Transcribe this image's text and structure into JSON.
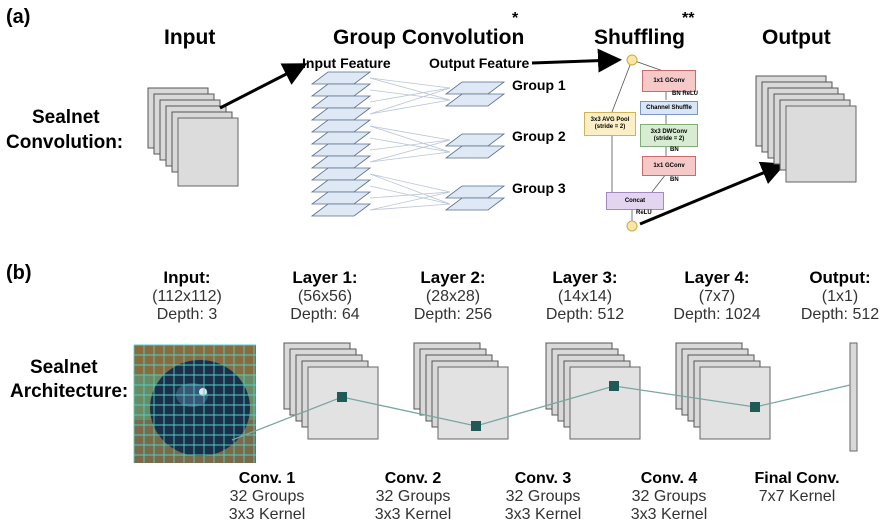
{
  "panel_a": {
    "label": "(a)",
    "headers": {
      "input": "Input",
      "group_conv": "Group Convolution",
      "shuffling": "Shuffling",
      "output": "Output"
    },
    "star1": "*",
    "star2": "**",
    "row_label_line1": "Sealnet",
    "row_label_line2": "Convolution:",
    "input_feature": "Input Feature",
    "output_feature": "Output Feature",
    "groups": [
      "Group 1",
      "Group 2",
      "Group 3"
    ],
    "shuffle_unit": {
      "gconv1": "1x1 GConv",
      "bn_relu": "BN ReLU",
      "channel_shuffle": "Channel Shuffle",
      "dwconv_line1": "3x3 DWConv",
      "dwconv_line2": "(stride = 2)",
      "bn1": "BN",
      "gconv2": "1x1 GConv",
      "bn2": "BN",
      "avgpool_line1": "3x3 AVG Pool",
      "avgpool_line2": "(stride = 2)",
      "concat": "Concat",
      "relu": "ReLU"
    }
  },
  "panel_b": {
    "label": "(b)",
    "row_label_line1": "Sealnet",
    "row_label_line2": "Architecture:",
    "layers": [
      {
        "title": "Input:",
        "size": "(112x112)",
        "depth": "Depth: 3"
      },
      {
        "title": "Layer 1:",
        "size": "(56x56)",
        "depth": "Depth: 64"
      },
      {
        "title": "Layer 2:",
        "size": "(28x28)",
        "depth": "Depth: 256"
      },
      {
        "title": "Layer 3:",
        "size": "(14x14)",
        "depth": "Depth: 512"
      },
      {
        "title": "Layer 4:",
        "size": "(7x7)",
        "depth": "Depth: 1024"
      },
      {
        "title": "Output:",
        "size": "(1x1)",
        "depth": "Depth: 512"
      }
    ],
    "convs": [
      {
        "title": "Conv. 1",
        "groups": "32 Groups",
        "kernel": "3x3 Kernel"
      },
      {
        "title": "Conv. 2",
        "groups": "32 Groups",
        "kernel": "3x3 Kernel"
      },
      {
        "title": "Conv. 3",
        "groups": "32 Groups",
        "kernel": "3x3 Kernel"
      },
      {
        "title": "Conv. 4",
        "groups": "32 Groups",
        "kernel": "3x3 Kernel"
      },
      {
        "title": "Final Conv.",
        "kernel": "7x7 Kernel"
      }
    ]
  },
  "colors": {
    "sheet": "#d9d9d9",
    "sheet_border": "#555555",
    "feature_fill": "#dfe8f5",
    "feature_border": "#5a6e8c",
    "marker": "#1f5a57",
    "link": "#7aa6a0",
    "conv_box": "#f6c9c9",
    "shuffle_box": "#d9e6f8",
    "dw_box": "#d7ecd2",
    "pool_box": "#fbefc8",
    "concat_box": "#e3d5f0",
    "node": "#fbe6a8"
  }
}
